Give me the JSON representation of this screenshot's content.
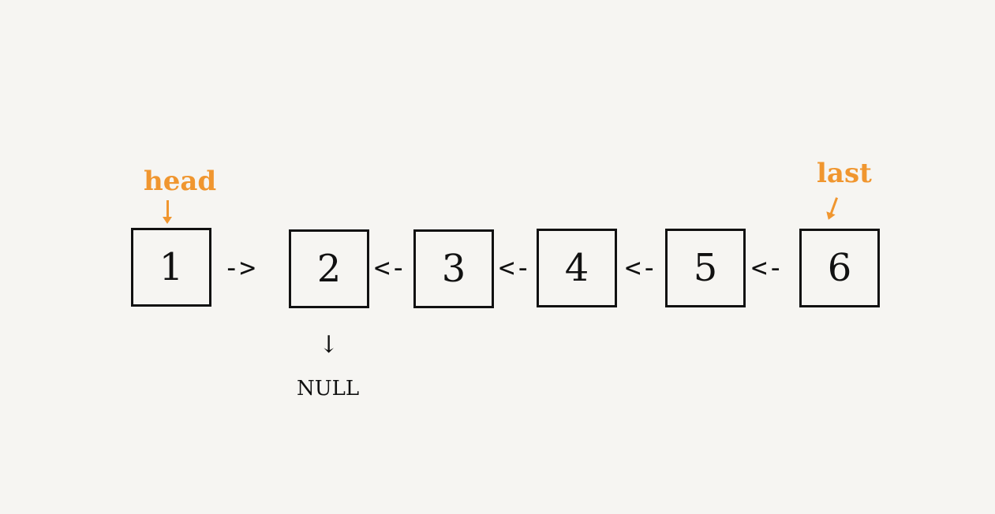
{
  "nodes": [
    "1",
    "2",
    "3",
    "4",
    "5",
    "6"
  ],
  "arrows": [
    "->",
    "<-",
    "<-",
    "<-",
    "<-"
  ],
  "head_label": "head",
  "last_label": "last",
  "null_arrow": "↓",
  "null_label": "NULL",
  "colors": {
    "pointer": "#f0962f",
    "ink": "#111111",
    "background": "#f6f5f2"
  }
}
